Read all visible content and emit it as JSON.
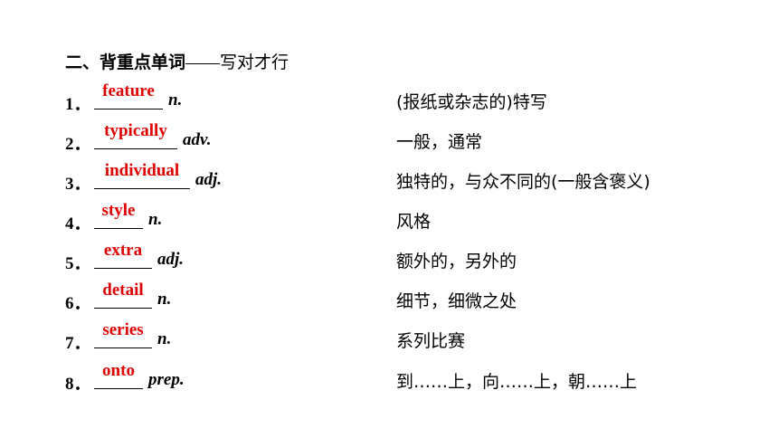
{
  "section": {
    "title": "二、背重点单词",
    "dash": "——",
    "subtitle": "写对才行"
  },
  "items": [
    {
      "num": "1．",
      "answer": "feature",
      "pos": "n.",
      "meaning": "(报纸或杂志的)特写"
    },
    {
      "num": "2．",
      "answer": "typically",
      "pos": "adv.",
      "meaning": "一般，通常"
    },
    {
      "num": "3．",
      "answer": "individual",
      "pos": "adj.",
      "meaning": "独特的，与众不同的(一般含褒义)"
    },
    {
      "num": "4．",
      "answer": "style",
      "pos": "n.",
      "meaning": "风格"
    },
    {
      "num": "5．",
      "answer": "extra",
      "pos": "adj.",
      "meaning": "额外的，另外的"
    },
    {
      "num": "6．",
      "answer": "detail",
      "pos": "n.",
      "meaning": "细节，细微之处"
    },
    {
      "num": "7．",
      "answer": "series",
      "pos": "n.",
      "meaning": "系列比赛"
    },
    {
      "num": "8．",
      "answer": "onto",
      "pos": "prep.",
      "meaning": "到……上，向……上，朝……上"
    }
  ]
}
